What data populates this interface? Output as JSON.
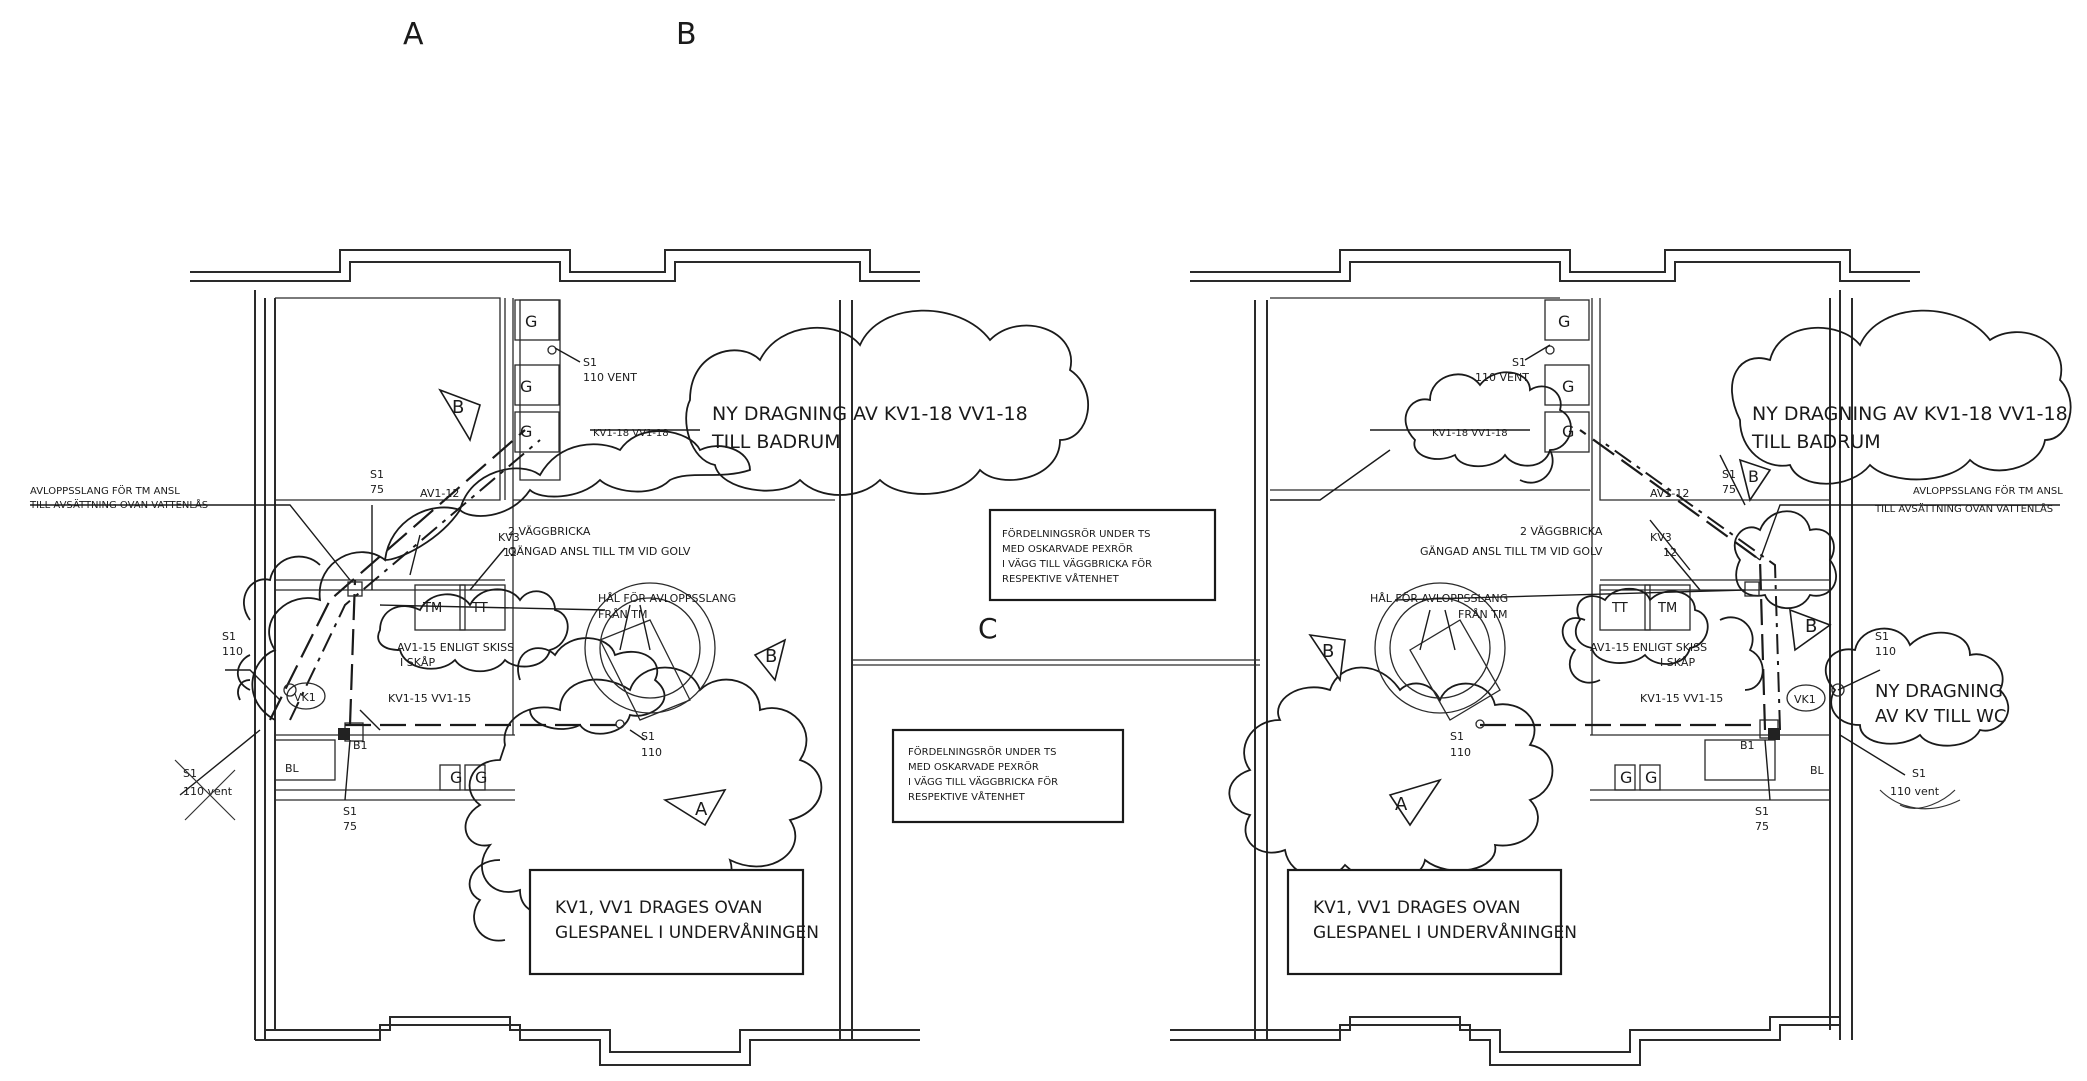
{
  "sheet_labels": {
    "a": "A",
    "b": "B",
    "c": "C"
  },
  "left_plan": {
    "cloud_top": [
      "NY DRAGNING AV KV1-18 VV1-18",
      "TILL BADRUM"
    ],
    "cloud_main_box": [
      "KV1, VV1 DRAGES OVAN",
      "GLESPANEL I UNDERVÅNINGEN"
    ],
    "note_avlopp": [
      "AVLOPPSSLANG FÖR TM ANSL",
      "TILL AVSÄTTNING OVAN VATTENLÅS"
    ],
    "s1_vent_top": [
      "S1",
      "110 VENT"
    ],
    "kv_vv_tag": "KV1-18 VV1-18",
    "s1_75_top": [
      "S1",
      "75"
    ],
    "av1_12": "AV1-12",
    "kv3_12": [
      "KV3",
      "12"
    ],
    "vaggbricka": [
      "2 VÄGGBRICKA",
      "GÄNGAD ANSL TILL TM VID GOLV"
    ],
    "hal": [
      "HÅL FÖR AVLOPPSSLANG",
      "FRÅN TM"
    ],
    "tm": "TM",
    "tt": "TT",
    "av1_15": [
      "AV1-15  ENLIGT SKISS",
      "I SKÅP"
    ],
    "kv1_15": "KV1-15 VV1-15",
    "s1_110_left": [
      "S1",
      "110"
    ],
    "vk1": "VK1",
    "b1": "B1",
    "bl": "BL",
    "s1_110vent": [
      "S1",
      "110 vent"
    ],
    "s1_75_bottom": [
      "S1",
      "75"
    ],
    "s1_110_center": [
      "S1",
      "110"
    ],
    "g_labels": [
      "G",
      "G",
      "G",
      "G",
      "G"
    ],
    "tag_a": "A",
    "tag_b": "B"
  },
  "right_plan": {
    "cloud_top": [
      "NY DRAGNING AV KV1-18 VV1-18",
      "TILL BADRUM"
    ],
    "cloud_wc": [
      "NY DRAGNING",
      "AV KV TILL WC"
    ],
    "cloud_main_box": [
      "KV1, VV1 DRAGES OVAN",
      "GLESPANEL I UNDERVÅNINGEN"
    ],
    "note_avlopp": [
      "AVLOPPSSLANG FÖR TM ANSL",
      "TILL AVSÄTTNING OVAN VATTENLÅS"
    ],
    "s1_vent_top": [
      "S1",
      "110 VENT"
    ],
    "kv_vv_tag": "KV1-18 VV1-18",
    "s1_75_top": [
      "S1",
      "75"
    ],
    "av1_12": "AV1-12",
    "kv3_12": [
      "KV3",
      "12"
    ],
    "vaggbricka": [
      "2 VÄGGBRICKA",
      "GÄNGAD ANSL TILL TM VID GOLV"
    ],
    "hal": [
      "HÅL FÖR AVLOPPSSLANG",
      "FRÅN TM"
    ],
    "tm": "TM",
    "tt": "TT",
    "av1_15": [
      "AV1-15  ENLIGT SKISS",
      "I SKÅP"
    ],
    "kv1_15": "KV1-15 VV1-15",
    "s1_110_right": [
      "S1",
      "110"
    ],
    "vk1": "VK1",
    "b1": "B1",
    "bl": "BL",
    "s1_110vent": [
      "S1",
      "110 vent"
    ],
    "s1_75_bottom": [
      "S1",
      "75"
    ],
    "s1_110_center": [
      "S1",
      "110"
    ],
    "g_labels": [
      "G",
      "G",
      "G",
      "G",
      "G"
    ],
    "tag_a": "A",
    "tag_b": "B"
  },
  "middle_notes": {
    "upper": [
      "FÖRDELNINGSRÖR UNDER TS",
      "MED OSKARVADE PEXRÖR",
      "I VÄGG TILL VÄGGBRICKA FÖR",
      "RESPEKTIVE VÅTENHET"
    ],
    "lower": [
      "FÖRDELNINGSRÖR UNDER TS",
      "MED OSKARVADE PEXRÖR",
      "I VÄGG TILL VÄGGBRICKA FÖR",
      "RESPEKTIVE VÅTENHET"
    ]
  }
}
